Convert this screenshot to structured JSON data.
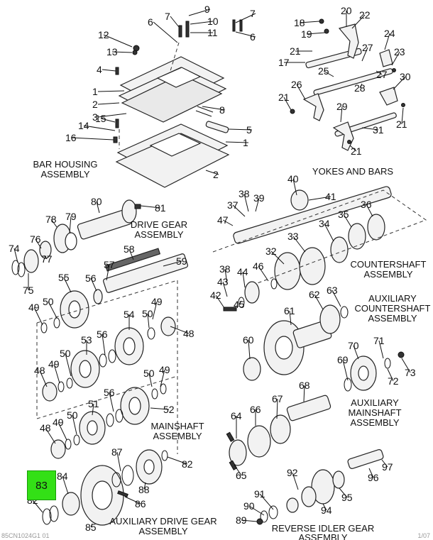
{
  "labels": {
    "bar_housing": [
      "BAR HOUSING",
      "ASSEMBLY"
    ],
    "yokes_bars": "YOKES AND BARS",
    "drive_gear": [
      "DRIVE GEAR",
      "ASSEMBLY"
    ],
    "countershaft": [
      "COUNTERSHAFT",
      "ASSEMBLY"
    ],
    "aux_countershaft": [
      "AUXILIARY",
      "COUNTERSHAFT",
      "ASSEMBLY"
    ],
    "mainshaft": [
      "MAINSHAFT",
      "ASSEMBLY"
    ],
    "aux_mainshaft": [
      "AUXILIARY",
      "MAINSHAFT",
      "ASSEMBLY"
    ],
    "aux_drive_gear": [
      "AUXILIARY DRIVE GEAR",
      "ASSEMBLY"
    ],
    "reverse_idler": [
      "REVERSE IDLER GEAR",
      "ASSEMBLY"
    ]
  },
  "highlight": {
    "part_number": "83",
    "color": "#33e016"
  },
  "footer": {
    "code": "85CN1024G1 01",
    "right": "1/07"
  },
  "callouts": [
    "1",
    "2",
    "3",
    "4",
    "5",
    "6",
    "7",
    "8",
    "9",
    "10",
    "11",
    "12",
    "13",
    "14",
    "15",
    "16",
    "17",
    "18",
    "19",
    "20",
    "21",
    "22",
    "23",
    "24",
    "25",
    "26",
    "27",
    "28",
    "29",
    "30",
    "31",
    "32",
    "33",
    "34",
    "35",
    "36",
    "37",
    "38",
    "39",
    "40",
    "41",
    "42",
    "43",
    "44",
    "45",
    "46",
    "47",
    "48",
    "49",
    "50",
    "51",
    "52",
    "53",
    "54",
    "55",
    "56",
    "57",
    "58",
    "59",
    "60",
    "61",
    "62",
    "63",
    "64",
    "65",
    "66",
    "67",
    "68",
    "69",
    "70",
    "71",
    "72",
    "73",
    "74",
    "75",
    "76",
    "77",
    "78",
    "79",
    "80",
    "81",
    "82",
    "84",
    "85",
    "86",
    "87",
    "88",
    "89",
    "90",
    "91",
    "92",
    "94",
    "95",
    "96",
    "97"
  ]
}
